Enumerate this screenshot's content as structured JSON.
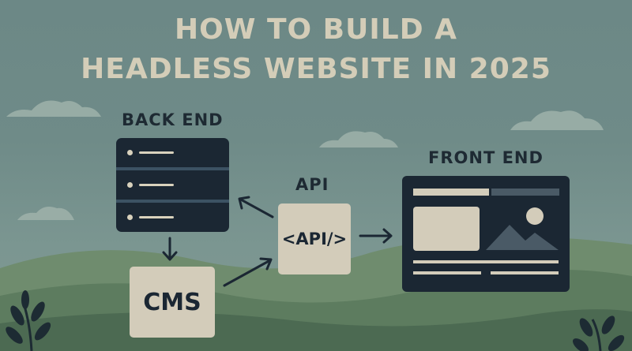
{
  "title": {
    "line1": "HOW TO BUILD A",
    "line2": "HEADLESS WEBSITE IN 2025"
  },
  "labels": {
    "back_end": "BACK END",
    "front_end": "FRONT END",
    "api": "API"
  },
  "boxes": {
    "cms": "CMS",
    "api_tag": "<API/>"
  },
  "colors": {
    "sky": "#6f8b88",
    "title_text": "#d4cdb8",
    "dark_navy": "#1b2733",
    "light_box": "#d3ccba",
    "hill_dark": "#4f6e57",
    "hill_light": "#6f8c6e"
  },
  "icons": [
    "server-stack-icon",
    "browser-window-icon",
    "mountain-image-icon",
    "arrow-icon",
    "leaf-plant-icon",
    "cloud-icon"
  ]
}
